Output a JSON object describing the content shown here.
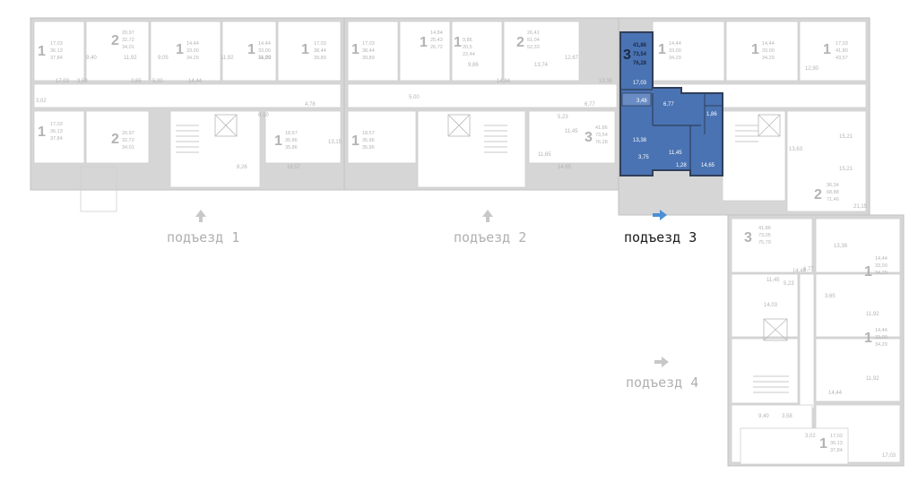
{
  "entrances": [
    {
      "label": "подъезд 1",
      "active": false
    },
    {
      "label": "подъезд 2",
      "active": false
    },
    {
      "label": "подъезд 3",
      "active": true
    },
    {
      "label": "подъезд 4",
      "active": false
    }
  ],
  "highlighted_apartment": {
    "rooms": "3",
    "area_living": "41,86",
    "area_total": "73,54",
    "area_full": "76,28",
    "room_areas": [
      "17,03",
      "6,77",
      "13,38",
      "11,45",
      "14,65",
      "3,48",
      "1,86",
      "3,75",
      "1,28"
    ]
  },
  "apartments": [
    {
      "rooms": "1",
      "a1": "17,03",
      "a2": "36,13",
      "a3": "37,84"
    },
    {
      "rooms": "2",
      "a1": "20,97",
      "a2": "32,72",
      "a3": "34,01"
    },
    {
      "rooms": "1",
      "a1": "14,44",
      "a2": "33,00",
      "a3": "34,29"
    },
    {
      "rooms": "1",
      "a1": "14,44",
      "a2": "33,00",
      "a3": "34,29"
    },
    {
      "rooms": "1",
      "a1": "17,03",
      "a2": "38,44",
      "a3": "39,89"
    },
    {
      "rooms": "1",
      "a1": "17,03",
      "a2": "38,44",
      "a3": "39,89"
    },
    {
      "rooms": "1",
      "a1": "14,84",
      "a2": "25,43",
      "a3": "26,72"
    },
    {
      "rooms": "1",
      "a1": "9,86",
      "a2": "20,5",
      "a3": "22,44"
    },
    {
      "rooms": "2",
      "a1": "26,41",
      "a2": "51,04",
      "a3": "52,33"
    },
    {
      "rooms": "1",
      "a1": "14,44",
      "a2": "33,00",
      "a3": "34,29"
    },
    {
      "rooms": "1",
      "a1": "14,44",
      "a2": "33,00",
      "a3": "34,29"
    },
    {
      "rooms": "1",
      "a1": "17,03",
      "a2": "41,80",
      "a3": "43,57"
    },
    {
      "rooms": "1",
      "a1": "17,03",
      "a2": "36,13",
      "a3": "37,84"
    },
    {
      "rooms": "2",
      "a1": "20,97",
      "a2": "32,72",
      "a3": "34,01"
    },
    {
      "rooms": "1",
      "a1": "18,57",
      "a2": "35,86",
      "a3": "35,86"
    },
    {
      "rooms": "1",
      "a1": "18,57",
      "a2": "35,86",
      "a3": "35,86"
    },
    {
      "rooms": "3",
      "a1": "41,86",
      "a2": "73,54",
      "a3": "76,28"
    },
    {
      "rooms": "2",
      "a1": "36,34",
      "a2": "68,88",
      "a3": "71,46"
    },
    {
      "rooms": "3",
      "a1": "41,86",
      "a2": "73,05",
      "a3": "75,79"
    },
    {
      "rooms": "1",
      "a1": "14,44",
      "a2": "33,00",
      "a3": "34,29"
    },
    {
      "rooms": "1",
      "a1": "14,44",
      "a2": "33,00",
      "a3": "34,29"
    },
    {
      "rooms": "1",
      "a1": "17,03",
      "a2": "36,13",
      "a3": "37,84"
    }
  ],
  "room_labels": [
    "17,03",
    "9,40",
    "3,58",
    "3,02",
    "11,92",
    "9,05",
    "5,00",
    "3,65",
    "14,44",
    "11,92",
    "11,92",
    "5,00",
    "14,84",
    "9,86",
    "11,65",
    "13,74",
    "12,67",
    "13,38",
    "6,77",
    "8,26",
    "18,57",
    "13,15",
    "4,78",
    "14,65",
    "13,63",
    "15,21",
    "15,21",
    "21,15",
    "12,90",
    "13,38",
    "14,44",
    "6,77",
    "11,45",
    "5,23",
    "14,03",
    "11,92",
    "11,92",
    "14,44",
    "9,40",
    "3,58",
    "3,02",
    "17,03",
    "6,10",
    "11,45",
    "5,23",
    "3,65"
  ]
}
